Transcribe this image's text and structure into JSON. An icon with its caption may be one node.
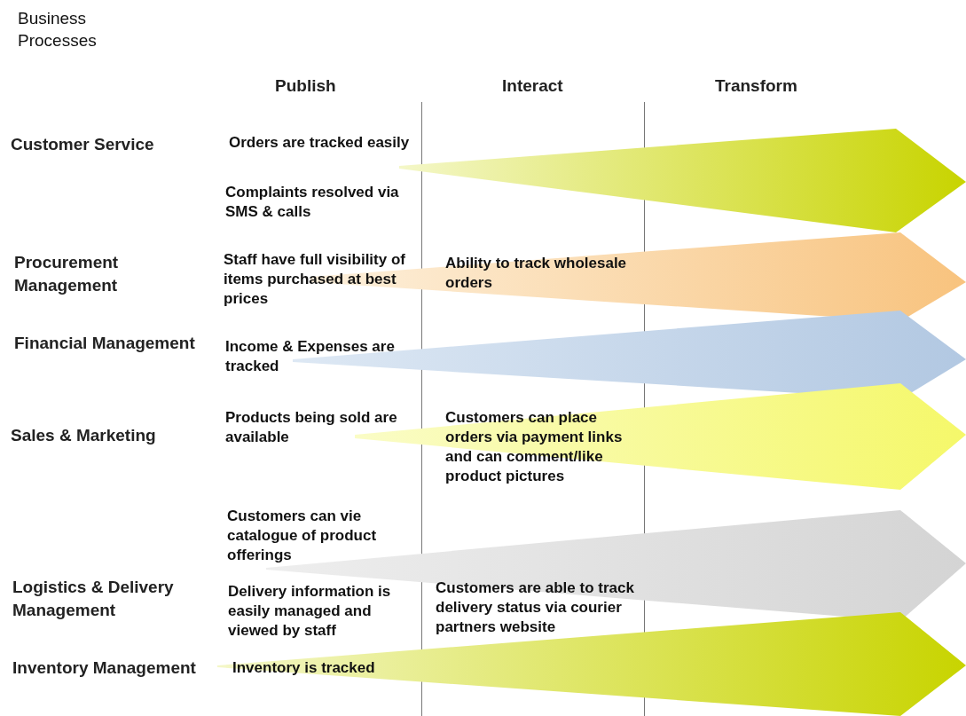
{
  "diagram": {
    "title": "Business Processes",
    "nodes": [
      {
        "text": [
          "Orders are tracked easily",
          "Complaints resolved via SMS & calls"
        ]
      },
      {
        "text": [
          "Staff have full visibility of items purchased at best prices",
          "Ability to track wholesale orders"
        ]
      },
      {
        "text": [
          "Income & Expenses are tracked"
        ]
      },
      {
        "text": [
          "Products being sold are available",
          "Customers can place orders via payment links and can comment/like product pictures"
        ]
      },
      {
        "text": [
          "Customers can vie catalogue of product offerings"
        ]
      },
      {
        "text": [
          "Inventory is tracked"
        ]
      }
    ],
    "labels": [
      "Publish",
      "Interact",
      "Transform",
      "Customer Service",
      "Procurement Management",
      "Financial Management",
      "Sales & Marketing",
      "Logistics & Delivery Management",
      "Inventory Management",
      "Delivery information is easily managed and viewed by staff",
      "Customers are able to track delivery status via courier partners website"
    ]
  }
}
